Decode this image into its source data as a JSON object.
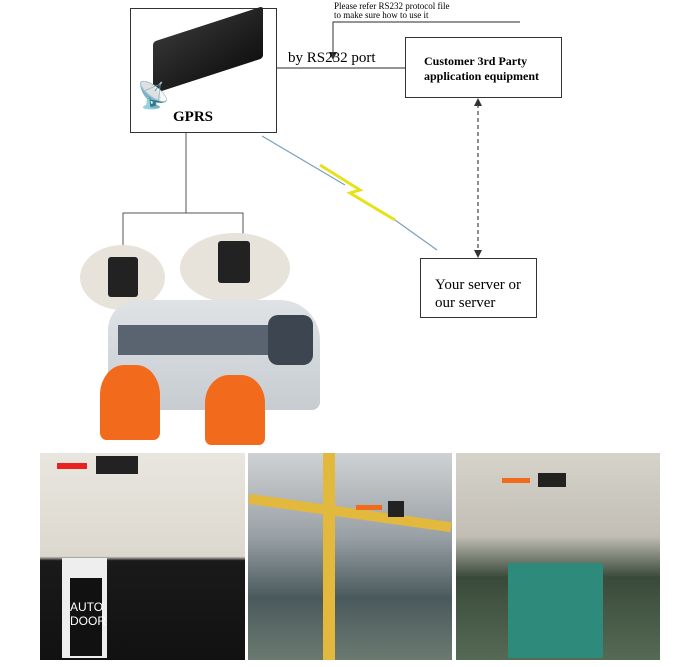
{
  "device": {
    "label": "GPRS"
  },
  "connection": {
    "label": "by RS232 port"
  },
  "note": {
    "line1": "Please refer RS232 protocol file",
    "line2": "to make sure how to use it"
  },
  "customer_box": {
    "line1": "Customer 3rd Party",
    "line2": "application equipment"
  },
  "server_box": {
    "line1": "Your server or",
    "line2": "our server"
  },
  "photos": [
    {
      "sign_line1": "AUTO",
      "sign_line2": "DOOR"
    }
  ],
  "colors": {
    "accent_orange": "#f26a1b",
    "arrow_red": "#e8231f",
    "lightning": "#e6e21a"
  }
}
